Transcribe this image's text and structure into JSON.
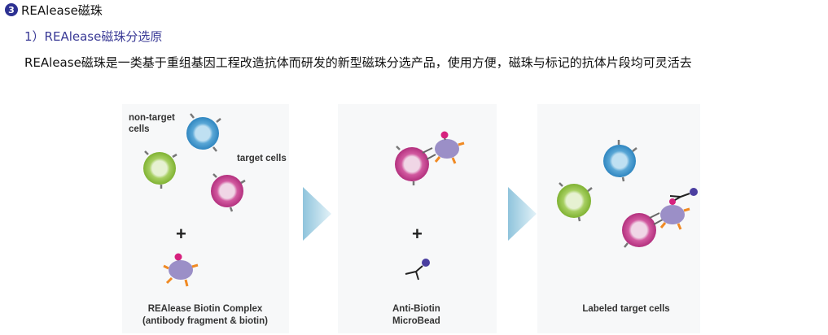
{
  "heading": {
    "number": "3",
    "title": "REAlease磁珠"
  },
  "subheading": "1）REAlease磁珠分选原",
  "paragraph": "REAlease磁珠是一类基于重组基因工程改造抗体而研发的新型磁珠分选产品，使用方便，磁珠与标记的抗体片段均可灵活去",
  "figure": {
    "label_nontarget_line1": "non-target",
    "label_nontarget_line2": "cells",
    "label_target": "target cells",
    "plus": "+",
    "caption_complex_line1": "REAlease Biotin Complex",
    "caption_complex_line2": "(antibody fragment & biotin)",
    "caption_bead_line1": "Anti-Biotin",
    "caption_bead_line2": "MicroBead",
    "caption_labeled": "Labeled target cells"
  },
  "colors": {
    "badge": "#2d3192",
    "subheading": "#3a3a96",
    "nontarget_cell": "#2f86c0",
    "green_cell": "#8bbf3a",
    "target_cell": "#c13a8a",
    "complex_body": "#9b8fc7",
    "biotin": "#d6217e",
    "fragment_leg": "#f08a24",
    "microbead": "#4a3ea0",
    "arrow": "#a9d3e4"
  }
}
